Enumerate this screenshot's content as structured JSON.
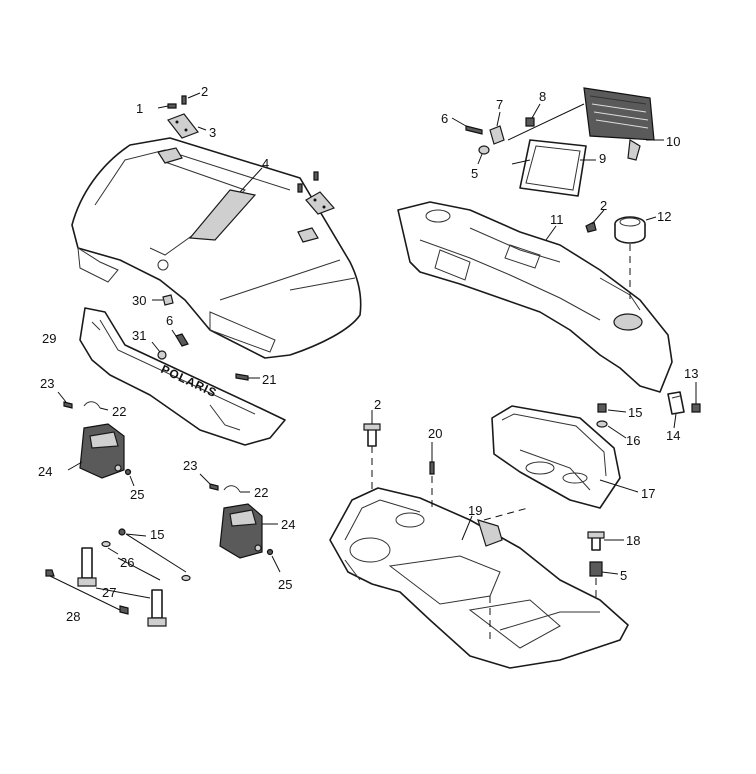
{
  "brand_text": "POLARIS",
  "callouts": {
    "c1": "1",
    "c2a": "2",
    "c3": "3",
    "c4": "4",
    "c6a": "6",
    "c7": "7",
    "c8": "8",
    "c5a": "5",
    "c9": "9",
    "c10": "10",
    "c11": "11",
    "c2b": "2",
    "c12": "12",
    "c30": "30",
    "c6b": "6",
    "c29": "29",
    "c31": "31",
    "c21": "21",
    "c23a": "23",
    "c22a": "22",
    "c24a": "24",
    "c25a": "25",
    "c23b": "23",
    "c22b": "22",
    "c24b": "24",
    "c25b": "25",
    "c15a": "15",
    "c26": "26",
    "c27": "27",
    "c28": "28",
    "c2c": "2",
    "c20": "20",
    "c19": "19",
    "c15b": "15",
    "c16": "16",
    "c17": "17",
    "c13": "13",
    "c14": "14",
    "c18": "18",
    "c5b": "5"
  }
}
